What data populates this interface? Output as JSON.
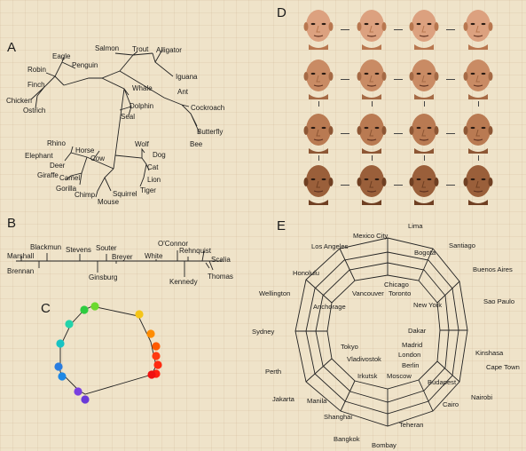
{
  "panels": {
    "a": "A",
    "b": "B",
    "c": "C",
    "d": "D",
    "e": "E"
  },
  "tree": {
    "labels": [
      "Salmon",
      "Trout",
      "Alligator",
      "Eagle",
      "Penguin",
      "Robin",
      "Finch",
      "Chicken",
      "Ostrich",
      "Iguana",
      "Whale",
      "Dolphin",
      "Seal",
      "Ant",
      "Cockroach",
      "Butterfly",
      "Bee",
      "Rhino",
      "Horse",
      "Cow",
      "Elephant",
      "Deer",
      "Giraffe",
      "Camel",
      "Gorilla",
      "Chimp",
      "Mouse",
      "Squirrel",
      "Wolf",
      "Dog",
      "Cat",
      "Lion",
      "Tiger"
    ]
  },
  "line": {
    "above": [
      "Marshall",
      "Blackmun",
      "Stevens",
      "Souter",
      "Breyer",
      "White",
      "O'Connor",
      "Rehnquist",
      "Scalia"
    ],
    "below": [
      "Brennan",
      "Ginsburg",
      "Kennedy",
      "Thomas"
    ]
  },
  "ring": {
    "colors": [
      "#f5c518",
      "#ff8c00",
      "#ff5a00",
      "#ff3a10",
      "#ff2a10",
      "#ff2010",
      "#f01010",
      "#7a3fe0",
      "#6a3ad8",
      "#2a7de0",
      "#1e88e5",
      "#17c3c3",
      "#22d3aa",
      "#2ecc40",
      "#6cd92e"
    ]
  },
  "faces": {
    "rows": 4,
    "cols": 4
  },
  "cities": [
    "Mexico City",
    "Lima",
    "Los Angeles",
    "Bogota",
    "Santiago",
    "Buenos Aires",
    "Honolulu",
    "Chicago",
    "Wellington",
    "Vancouver",
    "Toronto",
    "Sao Paulo",
    "Anchorage",
    "New York",
    "Sydney",
    "Dakar",
    "Madrid",
    "London",
    "Kinshasa",
    "Tokyo",
    "Berlin",
    "Cape Town",
    "Perth",
    "Vladivostok",
    "Budapest",
    "Irkutsk",
    "Moscow",
    "Nairobi",
    "Jakarta",
    "Manila",
    "Cairo",
    "Shanghai",
    "Teheran",
    "Bangkok",
    "Bombay"
  ]
}
